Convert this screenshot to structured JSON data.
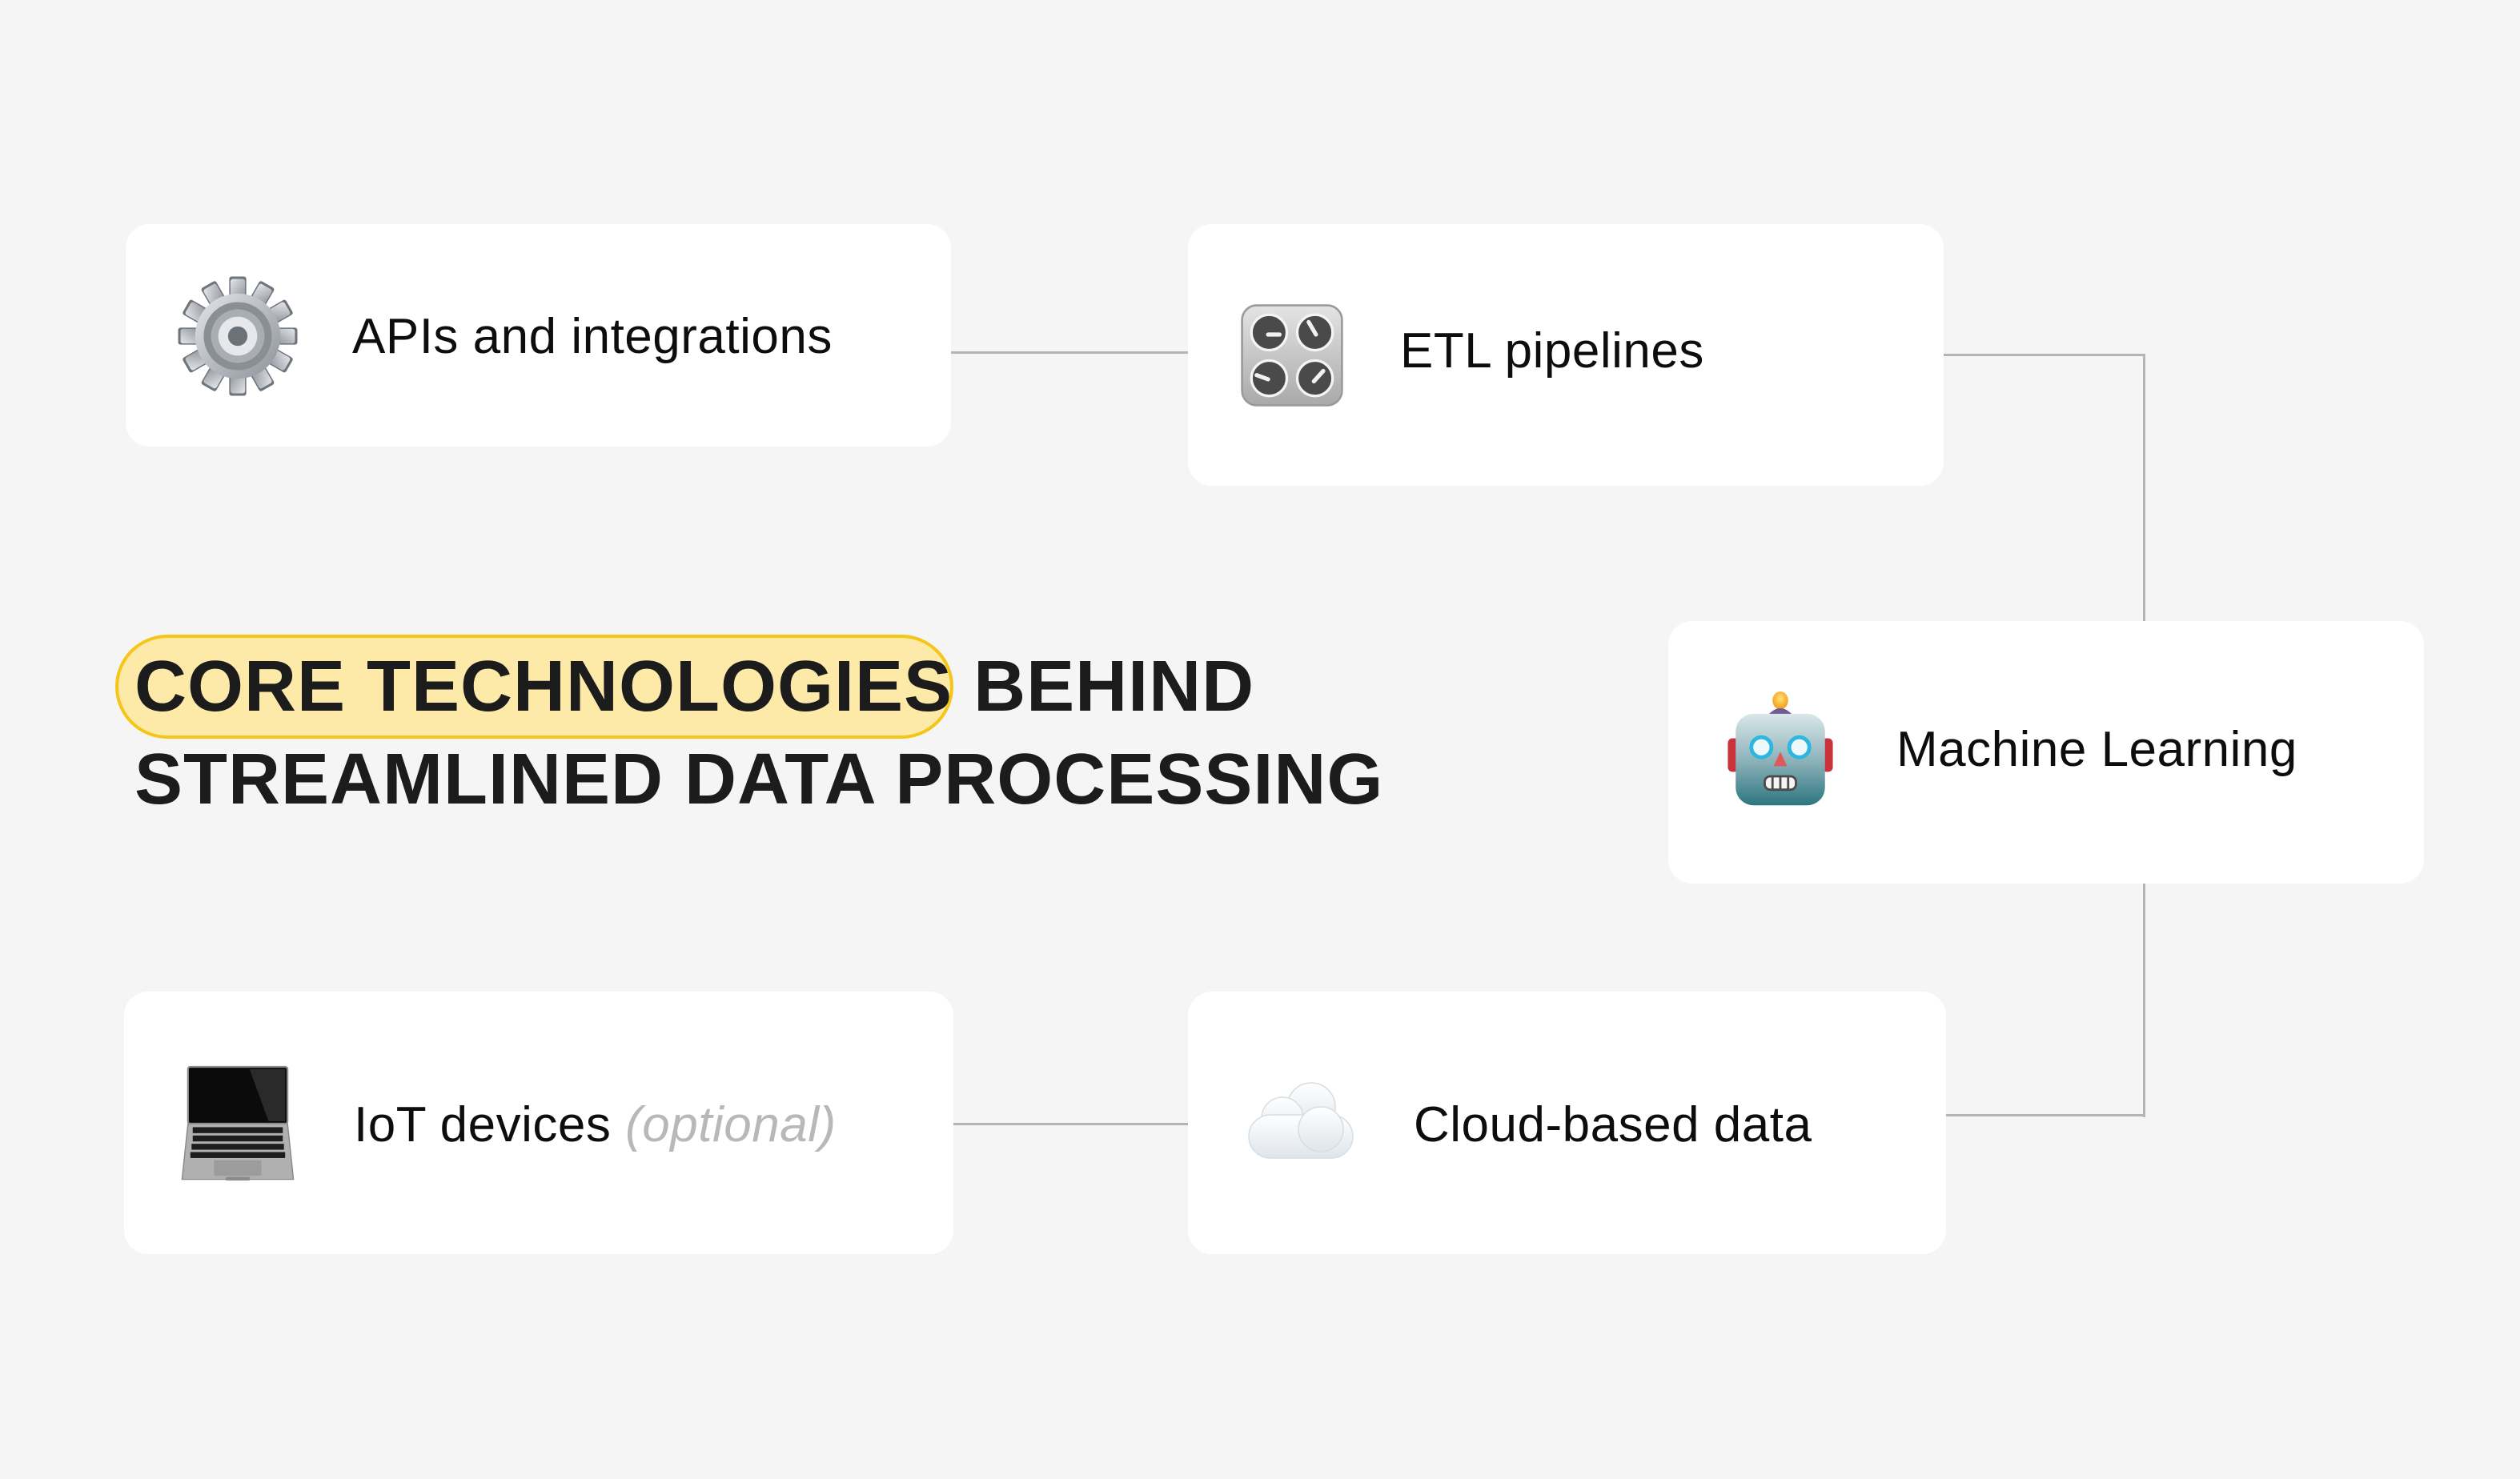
{
  "title": {
    "highlight": "CORE TECHNOLOGIES",
    "line1_rest": " BEHIND",
    "line2": "STREAMLINED DATA PROCESSING",
    "highlight_fill": "#fdeaa8",
    "highlight_border": "#f5c518"
  },
  "nodes": [
    {
      "id": "apis",
      "label": "APIs and integrations",
      "icon": "gear-icon"
    },
    {
      "id": "etl",
      "label": "ETL pipelines",
      "icon": "control-knobs-icon"
    },
    {
      "id": "ml",
      "label": "Machine Learning",
      "icon": "robot-icon"
    },
    {
      "id": "cloud",
      "label": "Cloud-based data",
      "icon": "cloud-icon"
    },
    {
      "id": "iot",
      "label": "IoT devices",
      "suffix": "(optional)",
      "icon": "laptop-icon"
    }
  ],
  "edges": [
    {
      "from": "apis",
      "to": "etl"
    },
    {
      "from": "etl",
      "to": "ml"
    },
    {
      "from": "ml",
      "to": "cloud"
    },
    {
      "from": "cloud",
      "to": "iot"
    }
  ],
  "colors": {
    "background": "#f5f5f5",
    "card": "#ffffff",
    "connector": "#b3b4b5",
    "text": "#0d0d0d",
    "muted": "#b8b8b8"
  }
}
